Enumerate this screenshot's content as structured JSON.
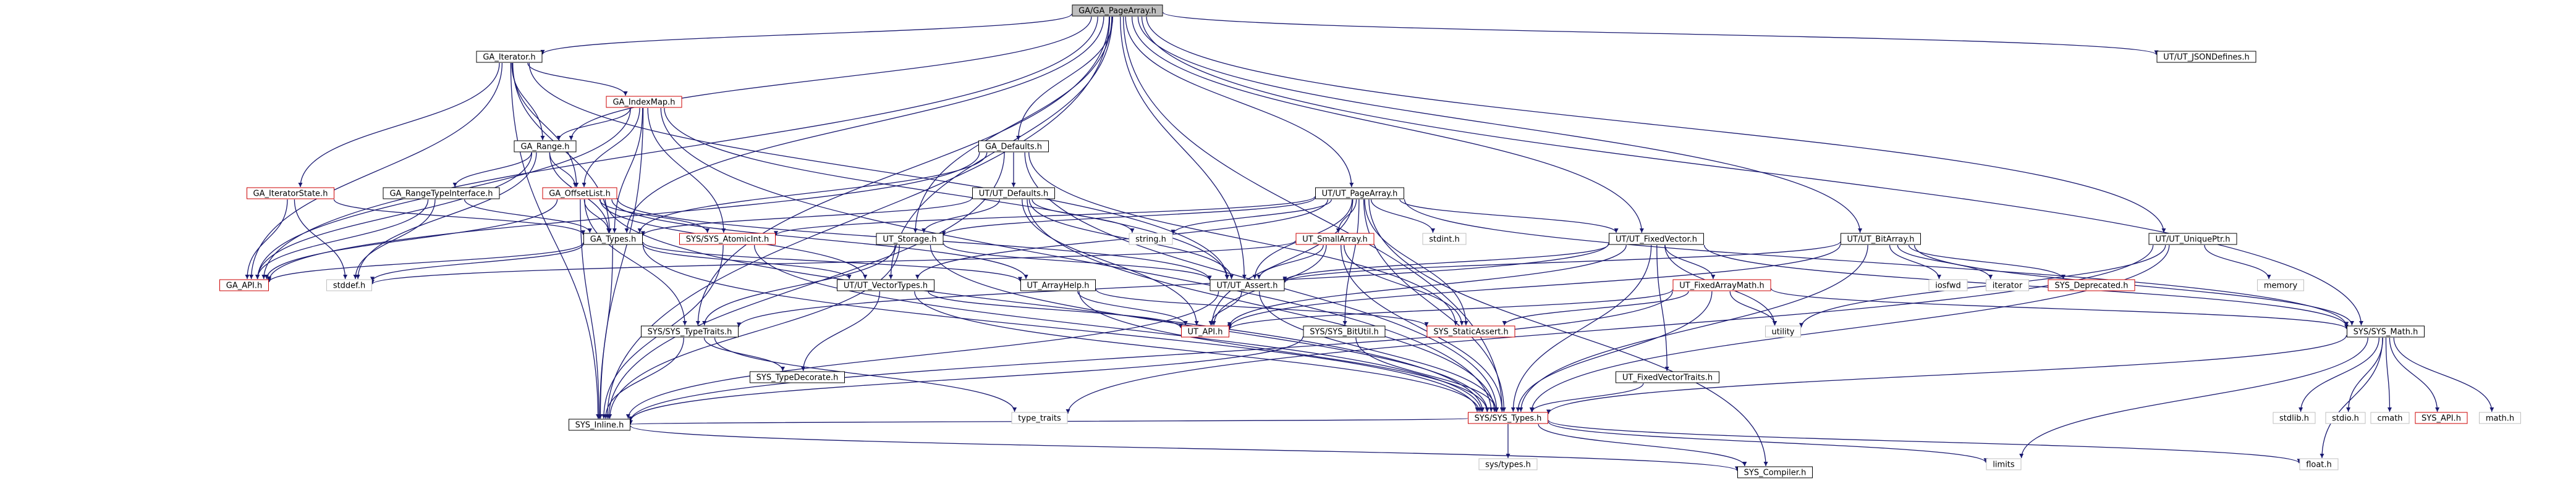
{
  "diagram": {
    "title": "",
    "colors": {
      "edge": "#191970",
      "border_default": "#000000",
      "border_incomplete": "#cc0000",
      "fill_default": "#ffffff",
      "fill_root": "#bfbfbf",
      "text": "#000000"
    },
    "nodes": [
      {
        "id": "root",
        "label": "GA/GA_PageArray.h",
        "status": "root"
      },
      {
        "id": "ga_iterator",
        "label": "GA_Iterator.h",
        "status": "complete"
      },
      {
        "id": "ut_json",
        "label": "UT/UT_JSONDefines.h",
        "status": "complete"
      },
      {
        "id": "ga_indexmap",
        "label": "GA_IndexMap.h",
        "status": "incomplete"
      },
      {
        "id": "ga_range",
        "label": "GA_Range.h",
        "status": "complete"
      },
      {
        "id": "ga_defaults",
        "label": "GA_Defaults.h",
        "status": "complete"
      },
      {
        "id": "ut_defaults",
        "label": "UT/UT_Defaults.h",
        "status": "complete"
      },
      {
        "id": "ga_iteratorstate",
        "label": "GA_IteratorState.h",
        "status": "incomplete"
      },
      {
        "id": "ga_rangetype",
        "label": "GA_RangeTypeInterface.h",
        "status": "complete"
      },
      {
        "id": "ga_offsetlist",
        "label": "GA_OffsetList.h",
        "status": "incomplete"
      },
      {
        "id": "ga_types",
        "label": "GA_Types.h",
        "status": "complete"
      },
      {
        "id": "sys_atomicint",
        "label": "SYS/SYS_AtomicInt.h",
        "status": "incomplete"
      },
      {
        "id": "ut_pagearray",
        "label": "UT/UT_PageArray.h",
        "status": "complete"
      },
      {
        "id": "ut_storage",
        "label": "UT_Storage.h",
        "status": "complete"
      },
      {
        "id": "string_h",
        "label": "string.h",
        "status": "plain"
      },
      {
        "id": "ut_smallarray",
        "label": "UT_SmallArray.h",
        "status": "incomplete"
      },
      {
        "id": "stdint_h",
        "label": "stdint.h",
        "status": "plain"
      },
      {
        "id": "ut_fixedvector",
        "label": "UT/UT_FixedVector.h",
        "status": "complete"
      },
      {
        "id": "ut_bitarray",
        "label": "UT/UT_BitArray.h",
        "status": "complete"
      },
      {
        "id": "ut_uniqueptr",
        "label": "UT/UT_UniquePtr.h",
        "status": "complete"
      },
      {
        "id": "ga_api",
        "label": "GA_API.h",
        "status": "incomplete"
      },
      {
        "id": "stddef_h",
        "label": "stddef.h",
        "status": "plain"
      },
      {
        "id": "ut_vectortypes",
        "label": "UT/UT_VectorTypes.h",
        "status": "complete"
      },
      {
        "id": "ut_arrayhelp",
        "label": "UT_ArrayHelp.h",
        "status": "complete"
      },
      {
        "id": "ut_assert",
        "label": "UT/UT_Assert.h",
        "status": "complete"
      },
      {
        "id": "ut_fixedarraymath",
        "label": "UT_FixedArrayMath.h",
        "status": "incomplete"
      },
      {
        "id": "iosfwd",
        "label": "iosfwd",
        "status": "plain"
      },
      {
        "id": "iterator_h",
        "label": "iterator",
        "status": "plain"
      },
      {
        "id": "sys_deprecated",
        "label": "SYS_Deprecated.h",
        "status": "incomplete"
      },
      {
        "id": "memory_h",
        "label": "memory",
        "status": "plain"
      },
      {
        "id": "sys_typetraits",
        "label": "SYS/SYS_TypeTraits.h",
        "status": "complete"
      },
      {
        "id": "ut_api",
        "label": "UT_API.h",
        "status": "incomplete"
      },
      {
        "id": "sys_bitutil",
        "label": "SYS/SYS_BitUtil.h",
        "status": "complete"
      },
      {
        "id": "sys_staticassert",
        "label": "SYS_StaticAssert.h",
        "status": "incomplete"
      },
      {
        "id": "utility_h",
        "label": "utility",
        "status": "plain"
      },
      {
        "id": "sys_math",
        "label": "SYS/SYS_Math.h",
        "status": "complete"
      },
      {
        "id": "ut_fixedvectortraits",
        "label": "UT_FixedVectorTraits.h",
        "status": "complete"
      },
      {
        "id": "sys_typedecorate",
        "label": "SYS_TypeDecorate.h",
        "status": "complete"
      },
      {
        "id": "type_traits",
        "label": "type_traits",
        "status": "plain"
      },
      {
        "id": "sys_types",
        "label": "SYS/SYS_Types.h",
        "status": "incomplete"
      },
      {
        "id": "stdlib_h",
        "label": "stdlib.h",
        "status": "plain"
      },
      {
        "id": "stdio_h",
        "label": "stdio.h",
        "status": "plain"
      },
      {
        "id": "cmath_h",
        "label": "cmath",
        "status": "plain"
      },
      {
        "id": "sys_api",
        "label": "SYS_API.h",
        "status": "incomplete"
      },
      {
        "id": "math_h",
        "label": "math.h",
        "status": "plain"
      },
      {
        "id": "sys_inline",
        "label": "SYS_Inline.h",
        "status": "complete"
      },
      {
        "id": "sys_types_h",
        "label": "sys/types.h",
        "status": "plain"
      },
      {
        "id": "limits_h",
        "label": "limits",
        "status": "plain"
      },
      {
        "id": "float_h",
        "label": "float.h",
        "status": "plain"
      },
      {
        "id": "sys_compiler",
        "label": "SYS_Compiler.h",
        "status": "complete"
      }
    ],
    "edges": [
      [
        "root",
        "ga_iterator"
      ],
      [
        "root",
        "ut_json"
      ],
      [
        "root",
        "ga_range"
      ],
      [
        "root",
        "ga_defaults"
      ],
      [
        "root",
        "ga_types"
      ],
      [
        "root",
        "ut_pagearray"
      ],
      [
        "root",
        "ut_storage"
      ],
      [
        "root",
        "ut_fixedvector"
      ],
      [
        "root",
        "ut_bitarray"
      ],
      [
        "root",
        "ut_uniqueptr"
      ],
      [
        "root",
        "ut_assert"
      ],
      [
        "root",
        "sys_types"
      ],
      [
        "root",
        "sys_typetraits"
      ],
      [
        "root",
        "sys_inline"
      ],
      [
        "root",
        "sys_math"
      ],
      [
        "root",
        "ga_api"
      ],
      [
        "root",
        "ut_vectortypes"
      ],
      [
        "ga_iterator",
        "ga_indexmap"
      ],
      [
        "ga_iterator",
        "ga_range"
      ],
      [
        "ga_iterator",
        "ga_iteratorstate"
      ],
      [
        "ga_iterator",
        "ga_types"
      ],
      [
        "ga_iterator",
        "ga_api"
      ],
      [
        "ga_iterator",
        "ga_offsetlist"
      ],
      [
        "ga_iterator",
        "ut_assert"
      ],
      [
        "ga_iterator",
        "sys_inline"
      ],
      [
        "ga_indexmap",
        "ga_range"
      ],
      [
        "ga_indexmap",
        "ga_offsetlist"
      ],
      [
        "ga_indexmap",
        "ga_types"
      ],
      [
        "ga_indexmap",
        "sys_atomicint"
      ],
      [
        "ga_indexmap",
        "ga_api"
      ],
      [
        "ga_indexmap",
        "ut_assert"
      ],
      [
        "ga_indexmap",
        "sys_types"
      ],
      [
        "ga_indexmap",
        "sys_inline"
      ],
      [
        "ga_range",
        "ga_rangetype"
      ],
      [
        "ga_range",
        "ga_offsetlist"
      ],
      [
        "ga_range",
        "ga_types"
      ],
      [
        "ga_range",
        "ga_api"
      ],
      [
        "ga_range",
        "stddef_h"
      ],
      [
        "ga_defaults",
        "ut_defaults"
      ],
      [
        "ga_defaults",
        "ga_types"
      ],
      [
        "ga_defaults",
        "ga_api"
      ],
      [
        "ga_defaults",
        "sys_types"
      ],
      [
        "ga_defaults",
        "sys_inline"
      ],
      [
        "ga_defaults",
        "sys_staticassert"
      ],
      [
        "ut_defaults",
        "ut_storage"
      ],
      [
        "ut_defaults",
        "ut_assert"
      ],
      [
        "ut_defaults",
        "sys_types"
      ],
      [
        "ut_defaults",
        "string_h"
      ],
      [
        "ut_defaults",
        "ut_api"
      ],
      [
        "ut_defaults",
        "ga_types"
      ],
      [
        "ga_iteratorstate",
        "ga_types"
      ],
      [
        "ga_iteratorstate",
        "ga_api"
      ],
      [
        "ga_iteratorstate",
        "stddef_h"
      ],
      [
        "ga_rangetype",
        "ga_types"
      ],
      [
        "ga_rangetype",
        "ga_api"
      ],
      [
        "ga_rangetype",
        "stddef_h"
      ],
      [
        "ga_offsetlist",
        "ga_types"
      ],
      [
        "ga_offsetlist",
        "sys_atomicint"
      ],
      [
        "ga_offsetlist",
        "ga_api"
      ],
      [
        "ga_offsetlist",
        "ut_arrayhelp"
      ],
      [
        "ga_offsetlist",
        "ut_vectortypes"
      ],
      [
        "ga_offsetlist",
        "sys_types"
      ],
      [
        "ga_offsetlist",
        "sys_inline"
      ],
      [
        "ga_offsetlist",
        "ut_assert"
      ],
      [
        "ga_offsetlist",
        "sys_typetraits"
      ],
      [
        "ga_types",
        "ga_api"
      ],
      [
        "ga_types",
        "ut_vectortypes"
      ],
      [
        "ga_types",
        "sys_types"
      ],
      [
        "ga_types",
        "stddef_h"
      ],
      [
        "ga_types",
        "ut_arrayhelp"
      ],
      [
        "ga_types",
        "sys_inline"
      ],
      [
        "sys_atomicint",
        "sys_types"
      ],
      [
        "sys_atomicint",
        "sys_inline"
      ],
      [
        "ut_pagearray",
        "ut_smallarray"
      ],
      [
        "ut_pagearray",
        "ut_storage"
      ],
      [
        "ut_pagearray",
        "ut_fixedvector"
      ],
      [
        "ut_pagearray",
        "ut_assert"
      ],
      [
        "ut_pagearray",
        "string_h"
      ],
      [
        "ut_pagearray",
        "stdint_h"
      ],
      [
        "ut_pagearray",
        "sys_types"
      ],
      [
        "ut_pagearray",
        "sys_math"
      ],
      [
        "ut_pagearray",
        "ut_api"
      ],
      [
        "ut_pagearray",
        "sys_bitutil"
      ],
      [
        "ut_pagearray",
        "sys_atomicint"
      ],
      [
        "ut_pagearray",
        "sys_compiler"
      ],
      [
        "ut_pagearray",
        "ut_vectortypes"
      ],
      [
        "ut_pagearray",
        "sys_staticassert"
      ],
      [
        "ut_storage",
        "ut_assert"
      ],
      [
        "ut_storage",
        "sys_types"
      ],
      [
        "ut_storage",
        "sys_typetraits"
      ],
      [
        "ut_storage",
        "sys_inline"
      ],
      [
        "ut_smallarray",
        "ut_assert"
      ],
      [
        "ut_smallarray",
        "sys_staticassert"
      ],
      [
        "ut_smallarray",
        "sys_types"
      ],
      [
        "ut_smallarray",
        "ut_api"
      ],
      [
        "ut_smallarray",
        "stddef_h"
      ],
      [
        "ut_fixedvector",
        "ut_fixedarraymath"
      ],
      [
        "ut_fixedvector",
        "ut_fixedvectortraits"
      ],
      [
        "ut_fixedvector",
        "ut_assert"
      ],
      [
        "ut_fixedvector",
        "sys_math"
      ],
      [
        "ut_fixedvector",
        "sys_types"
      ],
      [
        "ut_fixedvector",
        "utility_h"
      ],
      [
        "ut_fixedvector",
        "sys_typetraits"
      ],
      [
        "ut_fixedvector",
        "ut_api"
      ],
      [
        "ut_fixedarraymath",
        "sys_math"
      ],
      [
        "ut_fixedarraymath",
        "sys_types"
      ],
      [
        "ut_fixedarraymath",
        "utility_h"
      ],
      [
        "ut_fixedarraymath",
        "ut_api"
      ],
      [
        "ut_fixedarraymath",
        "sys_inline"
      ],
      [
        "ut_fixedarraymath",
        "sys_staticassert"
      ],
      [
        "ut_fixedvectortraits",
        "sys_types"
      ],
      [
        "ut_bitarray",
        "ut_assert"
      ],
      [
        "ut_bitarray",
        "iosfwd"
      ],
      [
        "ut_bitarray",
        "iterator_h"
      ],
      [
        "ut_bitarray",
        "sys_deprecated"
      ],
      [
        "ut_bitarray",
        "sys_types"
      ],
      [
        "ut_bitarray",
        "ut_api"
      ],
      [
        "ut_bitarray",
        "sys_math"
      ],
      [
        "ut_uniqueptr",
        "memory_h"
      ],
      [
        "ut_uniqueptr",
        "sys_types"
      ],
      [
        "ut_uniqueptr",
        "utility_h"
      ],
      [
        "ut_uniqueptr",
        "type_traits"
      ],
      [
        "ut_vectortypes",
        "sys_types"
      ],
      [
        "ut_vectortypes",
        "sys_typedecorate"
      ],
      [
        "ut_vectortypes",
        "ut_api"
      ],
      [
        "ut_arrayhelp",
        "sys_types"
      ],
      [
        "ut_arrayhelp",
        "sys_staticassert"
      ],
      [
        "ut_arrayhelp",
        "ut_api"
      ],
      [
        "ut_assert",
        "ut_api"
      ],
      [
        "ut_assert",
        "sys_types"
      ],
      [
        "ut_assert",
        "sys_inline"
      ],
      [
        "sys_typetraits",
        "sys_typedecorate"
      ],
      [
        "sys_typetraits",
        "sys_inline"
      ],
      [
        "sys_typetraits",
        "type_traits"
      ],
      [
        "sys_bitutil",
        "sys_types"
      ],
      [
        "sys_bitutil",
        "sys_inline"
      ],
      [
        "sys_math",
        "sys_types"
      ],
      [
        "sys_math",
        "stdlib_h"
      ],
      [
        "sys_math",
        "stdio_h"
      ],
      [
        "sys_math",
        "cmath_h"
      ],
      [
        "sys_math",
        "sys_api"
      ],
      [
        "sys_math",
        "math_h"
      ],
      [
        "sys_math",
        "float_h"
      ],
      [
        "sys_math",
        "limits_h"
      ],
      [
        "sys_types",
        "sys_inline"
      ],
      [
        "sys_types",
        "sys_types_h"
      ],
      [
        "sys_types",
        "limits_h"
      ],
      [
        "sys_types",
        "float_h"
      ],
      [
        "sys_types",
        "sys_compiler"
      ],
      [
        "sys_inline",
        "sys_compiler"
      ]
    ]
  }
}
